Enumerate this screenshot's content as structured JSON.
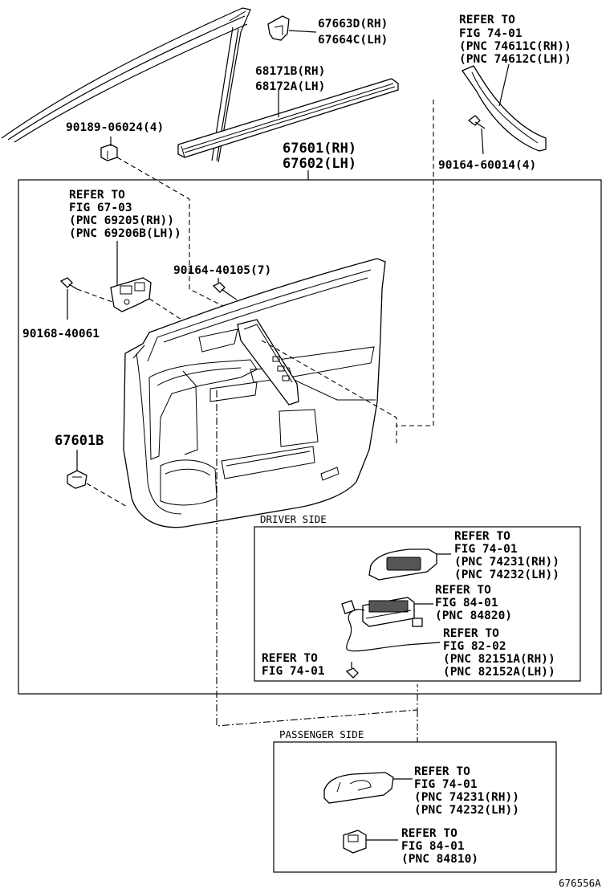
{
  "labels": {
    "p67663": [
      "67663D(RH)",
      "67664C(LH)"
    ],
    "p68171": [
      "68171B(RH)",
      "68172A(LH)"
    ],
    "ref_74611": [
      "REFER TO",
      "FIG 74-01",
      "(PNC 74611C(RH))",
      "(PNC 74612C(LH))"
    ],
    "p90189": "90189-06024(4)",
    "p67601": [
      "67601(RH)",
      "67602(LH)"
    ],
    "p90164_60014": "90164-60014(4)",
    "ref_69205": [
      "REFER TO",
      "FIG 67-03",
      "(PNC 69205(RH))",
      "(PNC 69206B(LH))"
    ],
    "p90164_40105": "90164-40105(7)",
    "p90168": "90168-40061",
    "p67601b": "67601B",
    "driver_side": "DRIVER SIDE",
    "ref_74231_d": [
      "REFER TO",
      "FIG 74-01",
      "(PNC 74231(RH))",
      "(PNC 74232(LH))"
    ],
    "ref_84820": [
      "REFER TO",
      "FIG 84-01",
      "(PNC 84820)"
    ],
    "ref_82151": [
      "REFER TO",
      "FIG 82-02",
      "(PNC 82151A(RH))",
      "(PNC 82152A(LH))"
    ],
    "ref_74_screw": [
      "REFER TO",
      "FIG 74-01"
    ],
    "passenger_side": "PASSENGER SIDE",
    "ref_74231_p": [
      "REFER TO",
      "FIG 74-01",
      "(PNC 74231(RH))",
      "(PNC 74232(LH))"
    ],
    "ref_84810": [
      "REFER TO",
      "FIG 84-01",
      "(PNC 84810)"
    ],
    "drawing_no": "676556A"
  }
}
